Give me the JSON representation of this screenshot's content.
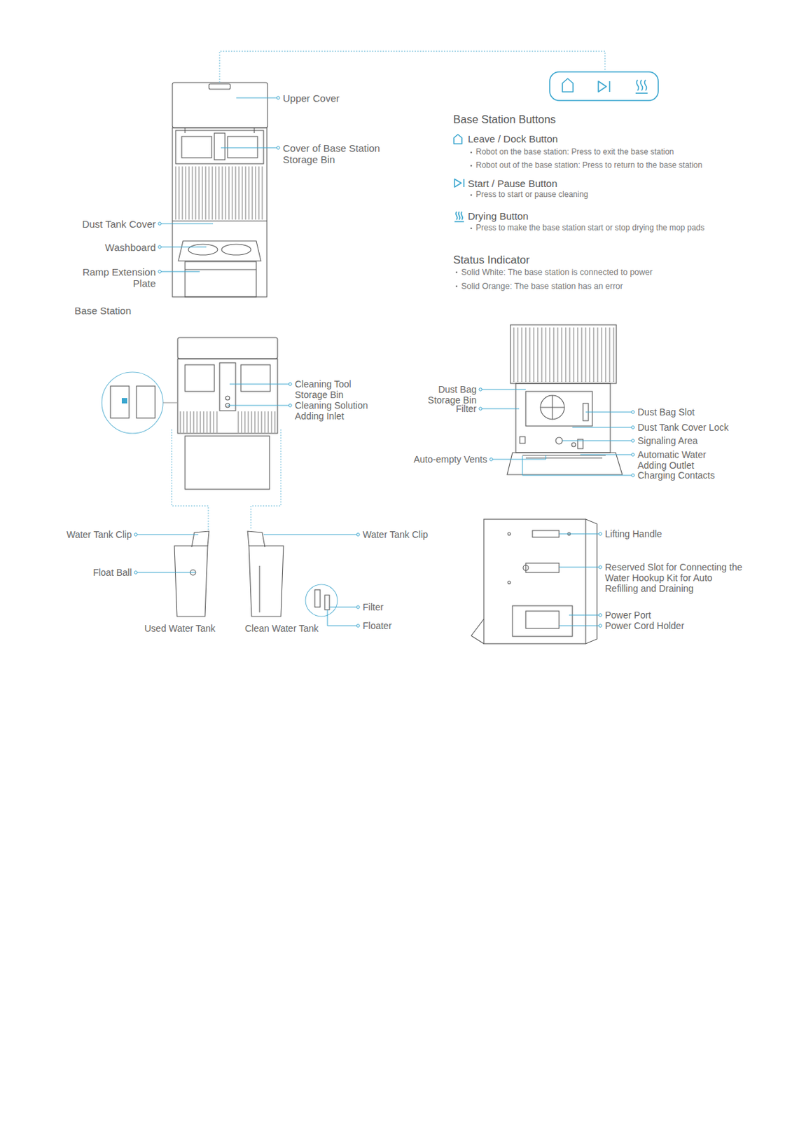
{
  "diagram": {
    "labels": [
      "Upper Cover",
      "Cover of Base Station Storage Bin",
      "Dust Tank Cover",
      "Washboard",
      "Ramp Extension Plate",
      "Base Station",
      "Base Station Buttons",
      "Leave / Dock Button",
      "Robot on the base station: Press to exit the base station",
      "Robot out of the base station: Press to return to the base station",
      "Start / Pause Button",
      "Press to start or pause cleaning",
      "Drying Button",
      "Press to make the base station start or stop drying the mop pads",
      "Status Indicator",
      "Solid White: The base station is connected to power",
      "Solid Orange: The base station has an error",
      "Cleaning Tool Storage Bin",
      "Cleaning Solution Adding Inlet",
      "Dust Bag Storage Bin",
      "Filter",
      "Auto-empty Vents",
      "Dust Bag Slot",
      "Dust Tank Cover Lock",
      "Signaling Area",
      "Automatic Water Adding Outlet",
      "Charging Contacts",
      "Water Tank Clip",
      "Float Ball",
      "Used Water Tank",
      "Water Tank Clip",
      "Clean Water Tank",
      "Filter",
      "Floater",
      "Lifting Handle",
      "Reserved Slot for Connecting the Water Hookup Kit for Auto Refilling and Draining",
      "Power Port",
      "Power Cord Holder"
    ]
  }
}
